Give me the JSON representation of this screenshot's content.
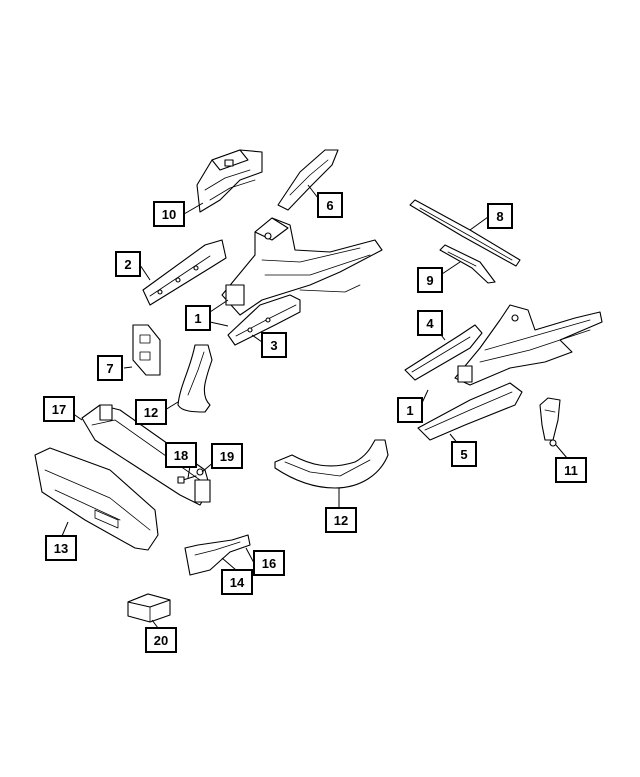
{
  "callouts": [
    {
      "id": "c10",
      "label": "10"
    },
    {
      "id": "c6",
      "label": "6"
    },
    {
      "id": "c8",
      "label": "8"
    },
    {
      "id": "c2",
      "label": "2"
    },
    {
      "id": "c9",
      "label": "9"
    },
    {
      "id": "c1a",
      "label": "1"
    },
    {
      "id": "c4",
      "label": "4"
    },
    {
      "id": "c3",
      "label": "3"
    },
    {
      "id": "c7",
      "label": "7"
    },
    {
      "id": "c12a",
      "label": "12"
    },
    {
      "id": "c17",
      "label": "17"
    },
    {
      "id": "c1b",
      "label": "1"
    },
    {
      "id": "c5",
      "label": "5"
    },
    {
      "id": "c18",
      "label": "18"
    },
    {
      "id": "c19",
      "label": "19"
    },
    {
      "id": "c11",
      "label": "11"
    },
    {
      "id": "c12b",
      "label": "12"
    },
    {
      "id": "c13",
      "label": "13"
    },
    {
      "id": "c16",
      "label": "16"
    },
    {
      "id": "c14",
      "label": "14"
    },
    {
      "id": "c20",
      "label": "20"
    }
  ]
}
